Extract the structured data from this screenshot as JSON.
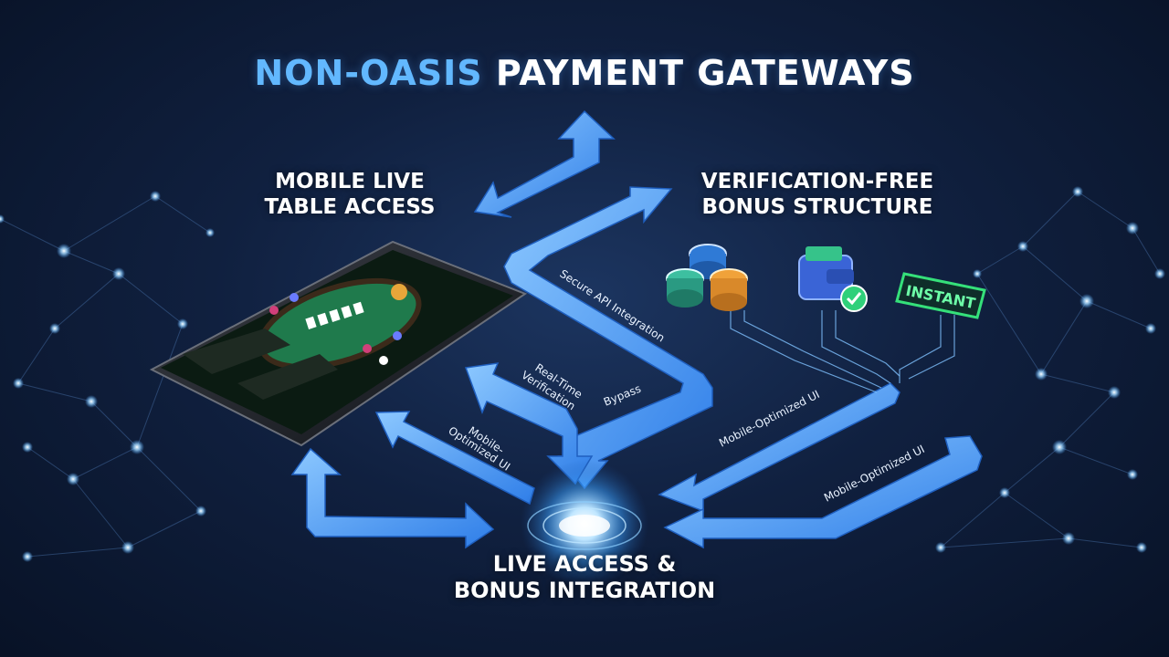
{
  "title": {
    "accent": "NON-OASIS",
    "rest": "PAYMENT GATEWAYS"
  },
  "nodes": {
    "mobile_access": {
      "line1": "MOBILE LIVE",
      "line2": "TABLE ACCESS"
    },
    "verification_free": {
      "line1": "VERIFICATION-FREE",
      "line2": "BONUS STRUCTURE"
    },
    "live_access": {
      "line1": "LIVE ACCESS &",
      "line2": "BONUS INTEGRATION"
    }
  },
  "flow_labels": {
    "secure_api": "Secure API Integration",
    "realtime_1": "Real-Time",
    "realtime_2": "Verification",
    "bypass": "Bypass",
    "mobile_ui_left_1": "Mobile-",
    "mobile_ui_left_2": "Optimized UI",
    "mobile_ui_mid": "Mobile-Optimized UI",
    "mobile_ui_right": "Mobile-Optimized UI"
  },
  "badges": {
    "instant": "INSTANT"
  },
  "colors": {
    "accent": "#62b8ff",
    "arrow": "#4ea2ff",
    "arrow_dark": "#2a6fd6",
    "instant_green": "#35e07a",
    "table_felt": "#1f7a4c"
  }
}
